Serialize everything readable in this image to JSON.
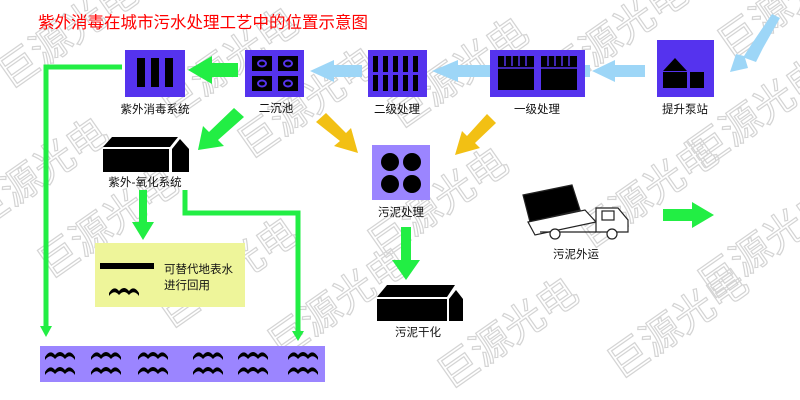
{
  "title": "紫外消毒在城市污水处理工艺中的位置示意图",
  "watermark": "巨源光电",
  "nodes": {
    "uv": "紫外消毒系统",
    "secondary_clarifier": "二沉池",
    "secondary": "二级处理",
    "primary": "一级处理",
    "pump": "提升泵站",
    "uv_oxidation": "紫外-氧化系统",
    "sludge": "污泥处理",
    "sludge_dry": "污泥干化",
    "sludge_out": "污泥外运"
  },
  "reuse": {
    "line1": "可替代地表水",
    "line2": "进行回用"
  },
  "colors": {
    "box": "#5533ee",
    "box_light": "#9b85ff",
    "green": "#22ee44",
    "blue": "#9dd6f7",
    "yellow": "#f2c014",
    "reuse_bg": "#eef59a",
    "title": "#ff0000"
  }
}
